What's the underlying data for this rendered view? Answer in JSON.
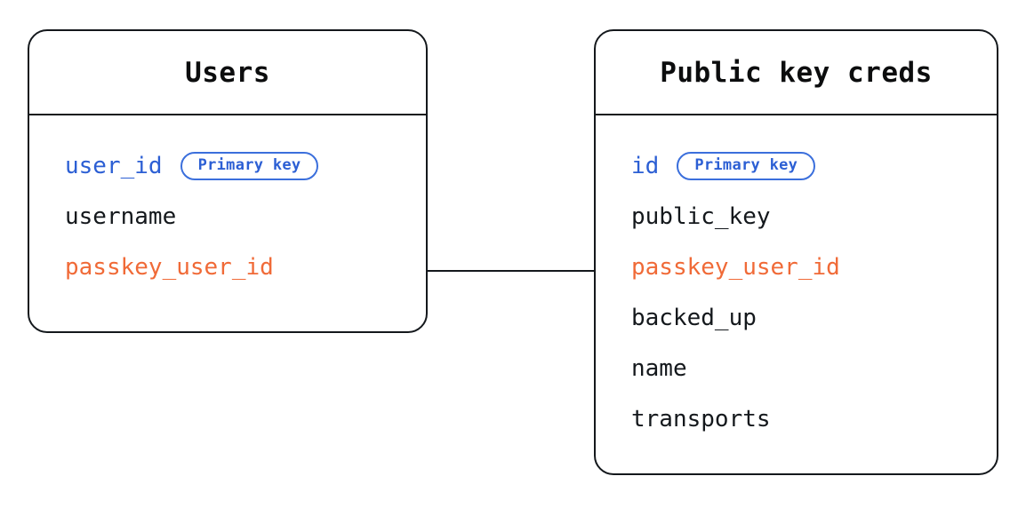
{
  "diagram": {
    "type": "entity-relationship-diagram",
    "background_color": "#ffffff",
    "colors": {
      "border": "#14181c",
      "text": "#14181c",
      "primary_key": "#2c5fd4",
      "foreign_key": "#f06a37",
      "badge_border": "#3b6fdc",
      "connector": "#14181c"
    },
    "entities": [
      {
        "id": "users",
        "title": "Users",
        "fields": [
          {
            "name": "user_id",
            "role": "pk",
            "badge": "Primary key"
          },
          {
            "name": "username",
            "role": "plain",
            "badge": null
          },
          {
            "name": "passkey_user_id",
            "role": "fk",
            "badge": null
          }
        ]
      },
      {
        "id": "public-key-creds",
        "title": "Public key creds",
        "fields": [
          {
            "name": "id",
            "role": "pk",
            "badge": "Primary key"
          },
          {
            "name": "public_key",
            "role": "plain",
            "badge": null
          },
          {
            "name": "passkey_user_id",
            "role": "fk",
            "badge": null
          },
          {
            "name": "backed_up",
            "role": "plain",
            "badge": null
          },
          {
            "name": "name",
            "role": "plain",
            "badge": null
          },
          {
            "name": "transports",
            "role": "plain",
            "badge": null
          }
        ]
      }
    ],
    "relationships": [
      {
        "id": "users-to-public-key-creds",
        "from_entity": "users",
        "from_field": "passkey_user_id",
        "to_entity": "public-key-creds",
        "to_field": "passkey_user_id",
        "style": "solid-line"
      }
    ]
  }
}
